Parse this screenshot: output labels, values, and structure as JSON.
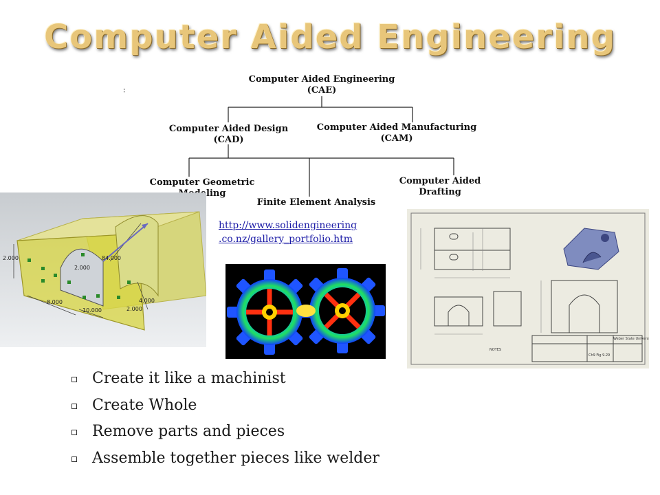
{
  "slide": {
    "title": "Computer Aided Engineering"
  },
  "tree": {
    "root": {
      "line1": "Computer Aided Engineering",
      "line2": "(CAE)"
    },
    "cad": {
      "line1": "Computer Aided Design",
      "line2": "(CAD)"
    },
    "cam": {
      "line1": "Computer Aided Manufacturing",
      "line2": "(CAM)"
    },
    "geometric": "Computer Geometric Modeling",
    "drafting": "Computer Aided Drafting",
    "fea": "Finite Element Analysis"
  },
  "link": {
    "line1": "http://www.solidengineering",
    "line2": ".co.nz/gallery_portfolio.htm"
  },
  "images": {
    "cad_model": "cad-bracket-model",
    "fea_gears": "fea-gear-stress-plot",
    "drawing": "engineering-drawing-sheet"
  },
  "bullets": [
    "Create it like a machinist",
    "Create Whole",
    "Remove parts and pieces",
    "Assemble together pieces like welder"
  ],
  "colors": {
    "title": "#e8c67a",
    "link": "#1a1aa6",
    "cad_yellow": "#d8d640"
  }
}
